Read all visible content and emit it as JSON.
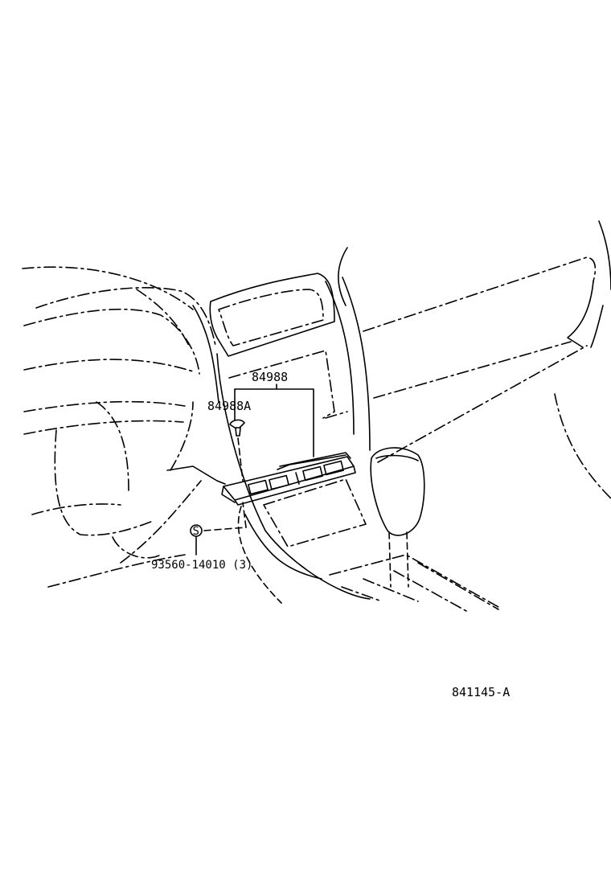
{
  "diagram": {
    "parts": [
      {
        "id": "part-84988",
        "label": "84988"
      },
      {
        "id": "part-84988a",
        "label": "84988A"
      },
      {
        "id": "part-93560",
        "label": "93560-14010 (3)"
      }
    ],
    "screw_symbol": "S",
    "figure_code": "841145-A"
  }
}
